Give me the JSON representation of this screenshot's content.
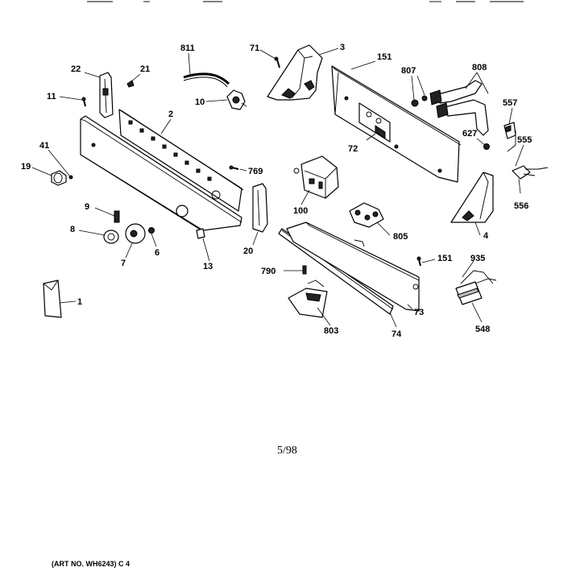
{
  "callouts": {
    "c811": "811",
    "c71": "71",
    "c3": "3",
    "c151a": "151",
    "c807": "807",
    "c808": "808",
    "c22": "22",
    "c21": "21",
    "c11": "11",
    "c10": "10",
    "c2": "2",
    "c557": "557",
    "c627": "627",
    "c555": "555",
    "c72": "72",
    "c41": "41",
    "c19": "19",
    "c769": "769",
    "c556": "556",
    "c100": "100",
    "c9": "9",
    "c8": "8",
    "c6": "6",
    "c7": "7",
    "c805": "805",
    "c4": "4",
    "c13": "13",
    "c20": "20",
    "c151b": "151",
    "c935": "935",
    "c790": "790",
    "c1": "1",
    "c73": "73",
    "c803": "803",
    "c74": "74",
    "c548": "548"
  },
  "date_code": "5/98",
  "art_number": "(ART NO. WH6243) C 4"
}
